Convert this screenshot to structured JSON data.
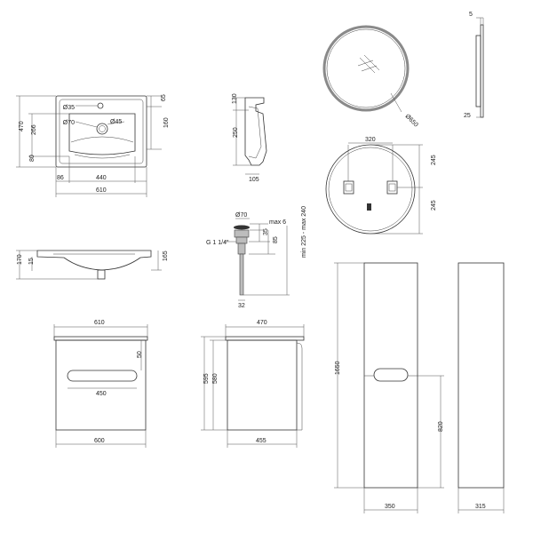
{
  "basin_top_view": {
    "dims": [
      "65",
      "160",
      "266",
      "470",
      "80",
      "86",
      "440",
      "610"
    ],
    "labels": [
      "Ø35",
      "Ø70",
      "Ø45"
    ]
  },
  "basin_side_section": {
    "dims": [
      "130",
      "250",
      "105"
    ]
  },
  "basin_front_view": {
    "dims": [
      "170",
      "15",
      "165"
    ]
  },
  "drain_detail": {
    "dims": [
      "Ø70",
      "max 6",
      "35",
      "85",
      "min 225 - max 240",
      "32"
    ],
    "labels": [
      "G 1 1/4\""
    ]
  },
  "mirror_front": {
    "dims": [
      "Ø650"
    ]
  },
  "mirror_side": {
    "dims": [
      "5",
      "25"
    ]
  },
  "mirror_back": {
    "dims": [
      "320",
      "245",
      "245"
    ]
  },
  "vanity_front": {
    "dims": [
      "610",
      "50",
      "450",
      "600"
    ]
  },
  "vanity_side": {
    "dims": [
      "470",
      "595",
      "580",
      "455"
    ]
  },
  "tall_cabinet_front": {
    "dims": [
      "1650",
      "820",
      "350"
    ]
  },
  "tall_cabinet_side": {
    "dims": [
      "315"
    ]
  }
}
